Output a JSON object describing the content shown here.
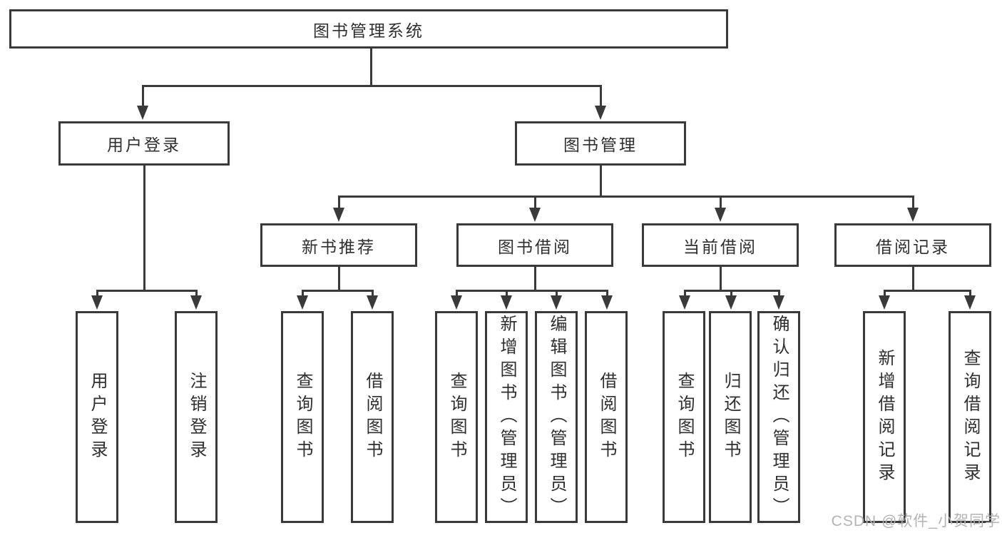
{
  "colors": {
    "line": "#3a3a3a",
    "text": "#2f2f2f",
    "box_bg": "#ffffff",
    "watermark": "#b3b3b3"
  },
  "watermark": "CSDN @软件_小贺同学",
  "tree": {
    "root": "图书管理系统",
    "branches": [
      {
        "label": "用户登录",
        "children": [
          "用户登录",
          "注销登录"
        ]
      },
      {
        "label": "图书管理",
        "sections": [
          {
            "label": "新书推荐",
            "children": [
              "查询图书",
              "借阅图书"
            ]
          },
          {
            "label": "图书借阅",
            "children": [
              "查询图书",
              "新增图书（管理员）",
              "编辑图书（管理员）",
              "借阅图书"
            ]
          },
          {
            "label": "当前借阅",
            "children": [
              "查询图书",
              "归还图书",
              "确认归还（管理员）"
            ]
          },
          {
            "label": "借阅记录",
            "children": [
              "新增借阅记录",
              "查询借阅记录"
            ]
          }
        ]
      }
    ]
  }
}
